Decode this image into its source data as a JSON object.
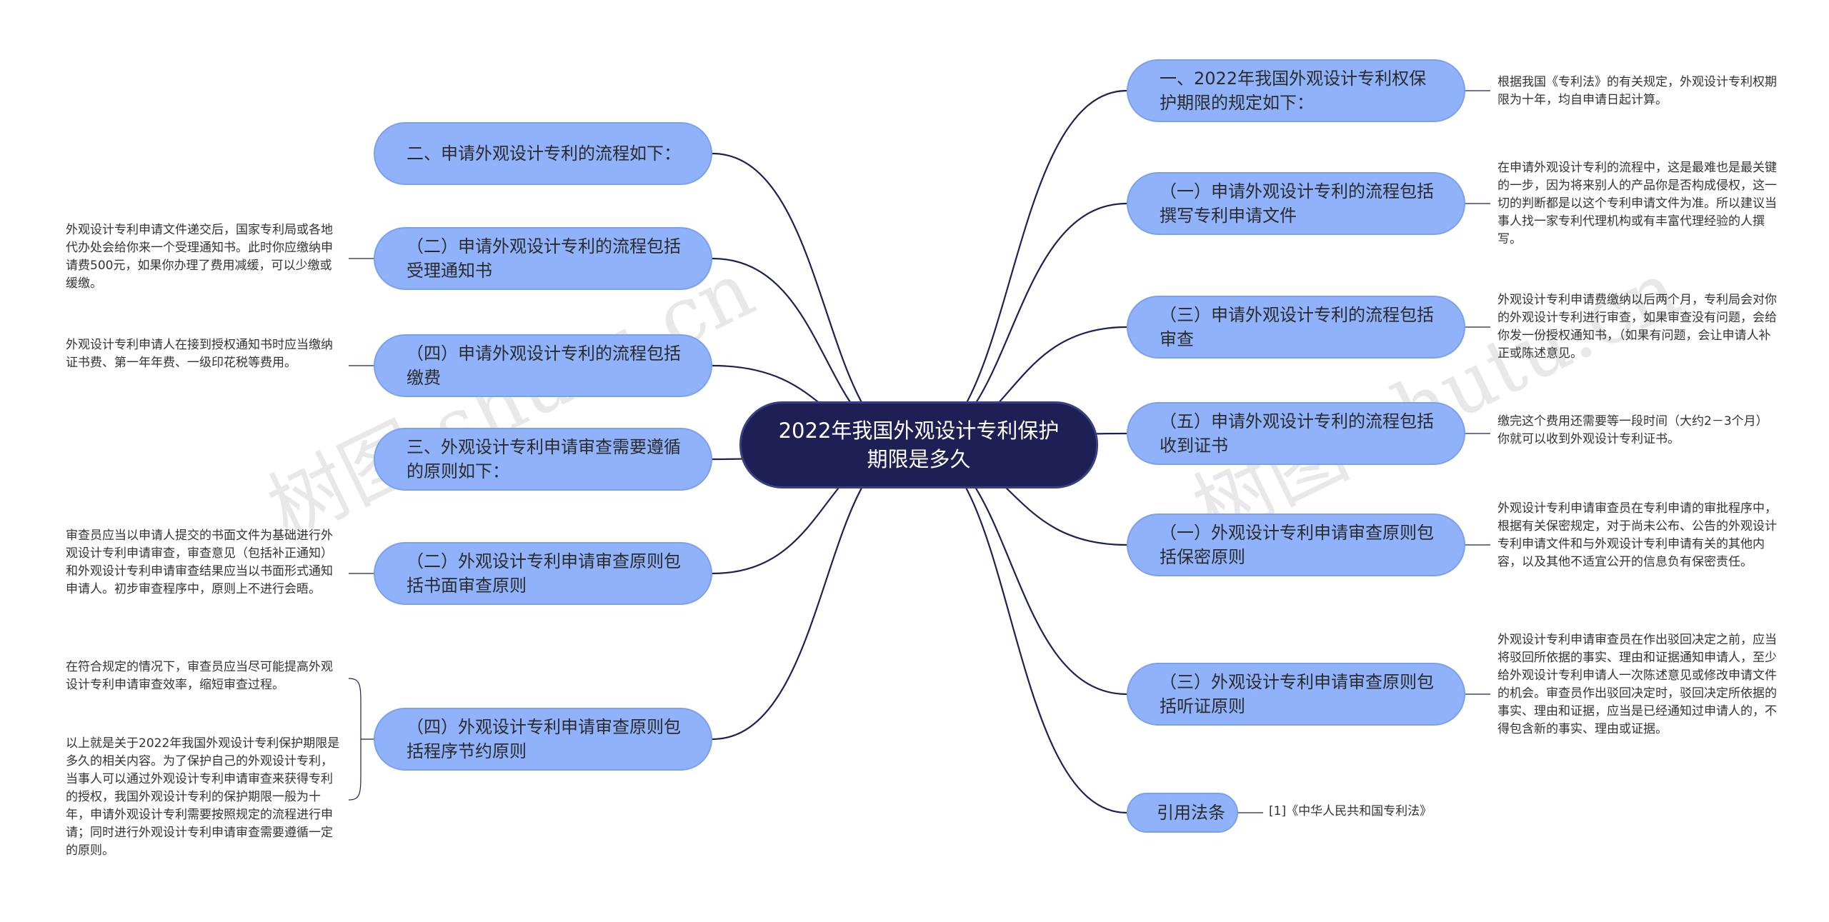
{
  "central": "2022年我国外观设计专利保护期限是多久",
  "left": [
    {
      "id": "l1",
      "label": "二、申请外观设计专利的流程如下：",
      "note": ""
    },
    {
      "id": "l2",
      "label": "（二）申请外观设计专利的流程包括受理通知书",
      "note": "外观设计专利申请文件递交后，国家专利局或各地代办处会给你来一个受理通知书。此时你应缴纳申请费500元，如果你办理了费用减缓，可以少缴或缓缴。"
    },
    {
      "id": "l3",
      "label": "（四）申请外观设计专利的流程包括缴费",
      "note": "外观设计专利申请人在接到授权通知书时应当缴纳证书费、第一年年费、一级印花税等费用。"
    },
    {
      "id": "l4",
      "label": "三、外观设计专利申请审查需要遵循的原则如下：",
      "note": ""
    },
    {
      "id": "l5",
      "label": "（二）外观设计专利申请审查原则包括书面审查原则",
      "note": "审查员应当以申请人提交的书面文件为基础进行外观设计专利申请审查，审查意见（包括补正通知）和外观设计专利申请审查结果应当以书面形式通知申请人。初步审查程序中，原则上不进行会晤。"
    },
    {
      "id": "l6",
      "label": "（四）外观设计专利申请审查原则包括程序节约原则",
      "note": "在符合规定的情况下，审查员应当尽可能提高外观设计专利申请审查效率，缩短审查过程。",
      "note2": "以上就是关于2022年我国外观设计专利保护期限是多久的相关内容。为了保护自己的外观设计专利，当事人可以通过外观设计专利申请审查来获得专利的授权，我国外观设计专利的保护期限一般为十年，申请外观设计专利需要按照规定的流程进行申请；同时进行外观设计专利申请审查需要遵循一定的原则。"
    }
  ],
  "right": [
    {
      "id": "r1",
      "label": "一、2022年我国外观设计专利权保护期限的规定如下：",
      "note": "根据我国《专利法》的有关规定，外观设计专利权期限为十年，均自申请日起计算。"
    },
    {
      "id": "r2",
      "label": "（一）申请外观设计专利的流程包括撰写专利申请文件",
      "note": "在申请外观设计专利的流程中，这是最难也是最关键的一步，因为将来别人的产品你是否构成侵权，这一切的判断都是以这个专利申请文件为准。所以建议当事人找一家专利代理机构或有丰富代理经验的人撰写。"
    },
    {
      "id": "r3",
      "label": "（三）申请外观设计专利的流程包括审查",
      "note": "外观设计专利申请费缴纳以后两个月，专利局会对你的外观设计专利进行审查，如果审查没有问题，会给你发一份授权通知书，（如果有问题，会让申请人补正或陈述意见。"
    },
    {
      "id": "r4",
      "label": "（五）申请外观设计专利的流程包括收到证书",
      "note": "缴完这个费用还需要等一段时间（大约2－3个月）你就可以收到外观设计专利证书。"
    },
    {
      "id": "r5",
      "label": "（一）外观设计专利申请审查原则包括保密原则",
      "note": "外观设计专利申请审查员在专利申请的审批程序中，根据有关保密规定，对于尚未公布、公告的外观设计专利申请文件和与外观设计专利申请有关的其他内容，以及其他不适宜公开的信息负有保密责任。"
    },
    {
      "id": "r6",
      "label": "（三）外观设计专利申请审查原则包括听证原则",
      "note": "外观设计专利申请审查员在作出驳回决定之前，应当将驳回所依据的事实、理由和证据通知申请人，至少给外观设计专利申请人一次陈述意见或修改申请文件的机会。审查员作出驳回决定时，驳回决定所依据的事实、理由和证据，应当是已经通知过申请人的，不得包含新的事实、理由或证据。"
    },
    {
      "id": "r7",
      "label": "引用法条",
      "note": "[1]《中华人民共和国专利法》"
    }
  ],
  "watermark": "树图 shutu.cn",
  "colors": {
    "branch_fill": "#8fb2fa",
    "central_fill": "#1e2055",
    "edge": "#1e2055"
  }
}
